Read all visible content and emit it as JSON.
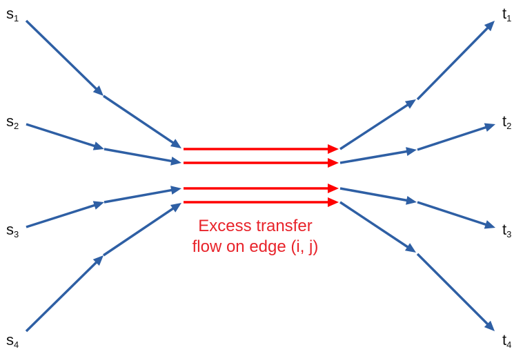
{
  "colors": {
    "blue_edge": "#2e5fa4",
    "red_edge": "#ff0000",
    "caption": "#e8232a"
  },
  "nodes": {
    "sources": [
      {
        "base": "s",
        "sub": "1"
      },
      {
        "base": "s",
        "sub": "2"
      },
      {
        "base": "s",
        "sub": "3"
      },
      {
        "base": "s",
        "sub": "4"
      }
    ],
    "sinks": [
      {
        "base": "t",
        "sub": "1"
      },
      {
        "base": "t",
        "sub": "2"
      },
      {
        "base": "t",
        "sub": "3"
      },
      {
        "base": "t",
        "sub": "4"
      }
    ]
  },
  "caption": {
    "line1": "Excess transfer",
    "line2": "flow on edge (i, j)"
  }
}
